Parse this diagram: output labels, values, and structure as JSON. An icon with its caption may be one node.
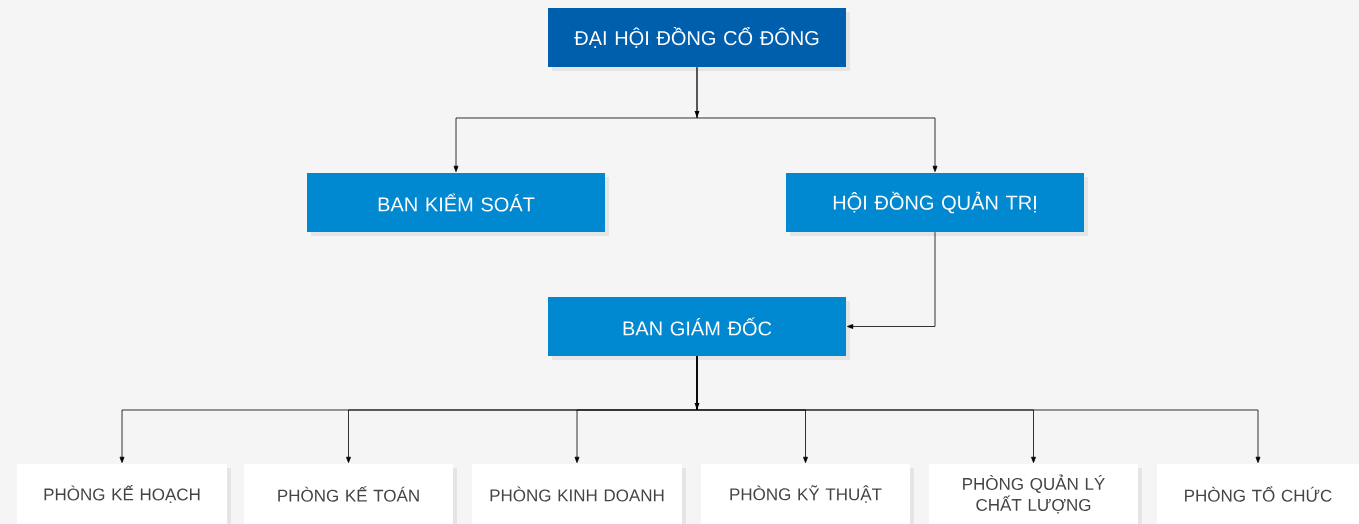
{
  "diagram": {
    "nodes": [
      {
        "text": [
          "ĐẠI HỘI ĐỒNG CỔ ĐÔNG"
        ]
      },
      {
        "text": [
          "BAN KIỂM SOÁT"
        ]
      },
      {
        "text": [
          "HỘI ĐỒNG QUẢN TRỊ"
        ]
      },
      {
        "text": [
          "BAN GIÁM ĐỐC"
        ]
      },
      {
        "text": [
          "PHÒNG KẾ HOẠCH"
        ]
      },
      {
        "text": [
          "PHÒNG KẾ TOÁN"
        ]
      },
      {
        "text": [
          "PHÒNG KINH DOANH"
        ]
      },
      {
        "text": [
          "PHÒNG KỸ THUẬT"
        ]
      },
      {
        "text": [
          "PHÒNG QUẢN LÝ CHẤT LƯỢNG"
        ]
      },
      {
        "text": [
          "PHÒNG TỔ CHỨC"
        ]
      }
    ],
    "edges": [
      {
        "from": 0,
        "to": 1,
        "arrow": "to"
      },
      {
        "from": 0,
        "to": 2,
        "arrow": "to"
      },
      {
        "from": 2,
        "to": 3,
        "arrow": "to"
      },
      {
        "from": 3,
        "to": 4,
        "arrow": "to"
      },
      {
        "from": 3,
        "to": 5,
        "arrow": "to"
      },
      {
        "from": 3,
        "to": 6,
        "arrow": "to"
      },
      {
        "from": 3,
        "to": 7,
        "arrow": "to"
      },
      {
        "from": 3,
        "to": 8,
        "arrow": "to"
      },
      {
        "from": 3,
        "to": 9,
        "arrow": "to"
      }
    ]
  }
}
